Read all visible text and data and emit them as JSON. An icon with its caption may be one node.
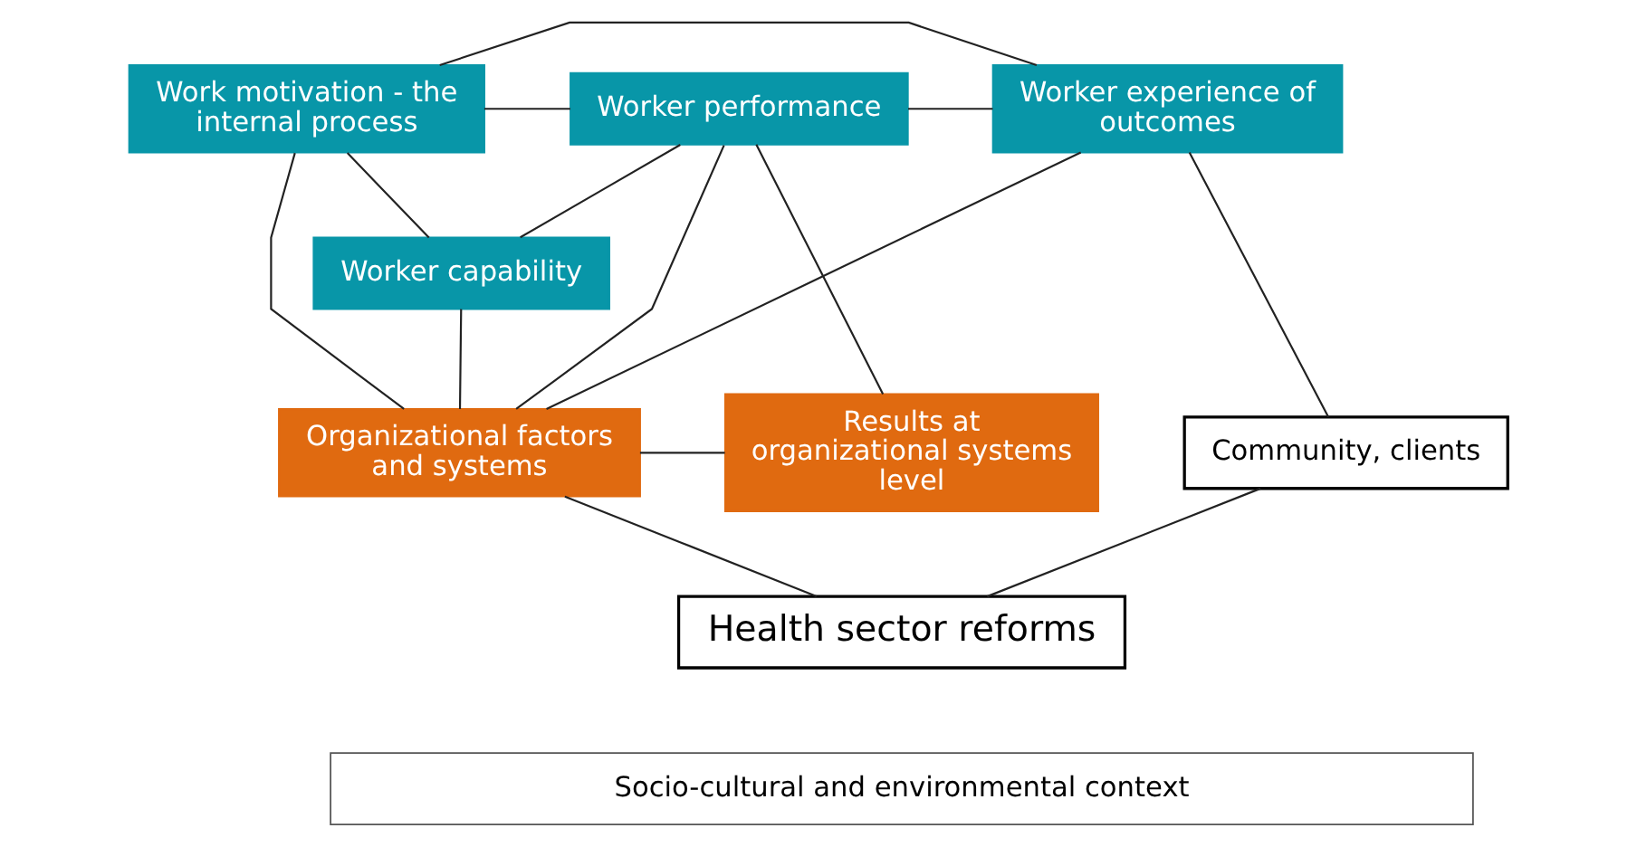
{
  "diagram": {
    "nodes": [
      {
        "text": [
          "Work motivation - the internal process"
        ]
      },
      {
        "text": [
          "Worker performance"
        ]
      },
      {
        "text": [
          "Worker experience of outcomes"
        ]
      },
      {
        "text": [
          "Worker capability"
        ]
      },
      {
        "text": [
          "Organizational factors and systems"
        ]
      },
      {
        "text": [
          "Results at organizational systems level"
        ]
      },
      {
        "text": [
          "Community, clients"
        ]
      },
      {
        "text": [
          "Health sector reforms"
        ]
      },
      {
        "text": [
          "Socio-cultural and environmental context"
        ]
      }
    ],
    "edges": [
      {
        "from": 0,
        "to": 1,
        "arrow": "none"
      },
      {
        "from": 1,
        "to": 2,
        "arrow": "none"
      },
      {
        "from": 0,
        "to": 2,
        "arrow": "none"
      },
      {
        "from": 0,
        "to": 3,
        "arrow": "none"
      },
      {
        "from": 0,
        "to": 4,
        "arrow": "none"
      },
      {
        "from": 3,
        "to": 4,
        "arrow": "none"
      },
      {
        "from": 3,
        "to": 1,
        "arrow": "none"
      },
      {
        "from": 4,
        "to": 1,
        "arrow": "none"
      },
      {
        "from": 4,
        "to": 2,
        "arrow": "none"
      },
      {
        "from": 1,
        "to": 5,
        "arrow": "none"
      },
      {
        "from": 4,
        "to": 5,
        "arrow": "none"
      },
      {
        "from": 2,
        "to": 6,
        "arrow": "none"
      },
      {
        "from": 4,
        "to": 7,
        "arrow": "none"
      },
      {
        "from": 6,
        "to": 7,
        "arrow": "none"
      }
    ]
  }
}
